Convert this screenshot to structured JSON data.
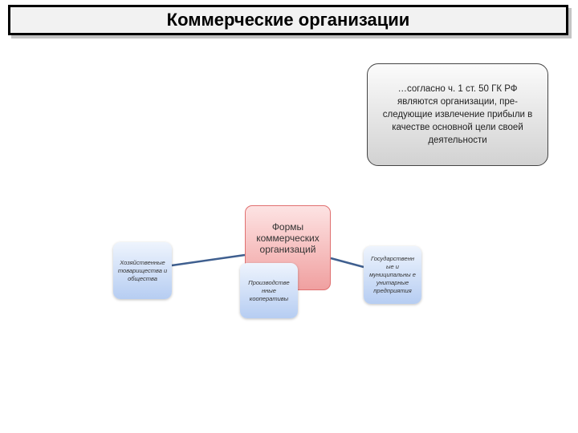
{
  "slide": {
    "title": "Коммерческие организации",
    "note": "…согласно ч. 1 ст. 50 ГК РФ являются организации, пре-следующие извлечение прибыли в качестве основной цели своей деятельности"
  },
  "diagram": {
    "center": "Формы коммерческих организаций",
    "left": "Хозяйственные товарищества и общества",
    "middle": "Производстве нные кооперативы",
    "right": "Государственн ые и муниципальны е унитарные предприятия"
  },
  "colors": {
    "connector": "#3f5f8f",
    "center_fill": "#f0a0a0",
    "child_fill": "#b6cdf2"
  }
}
